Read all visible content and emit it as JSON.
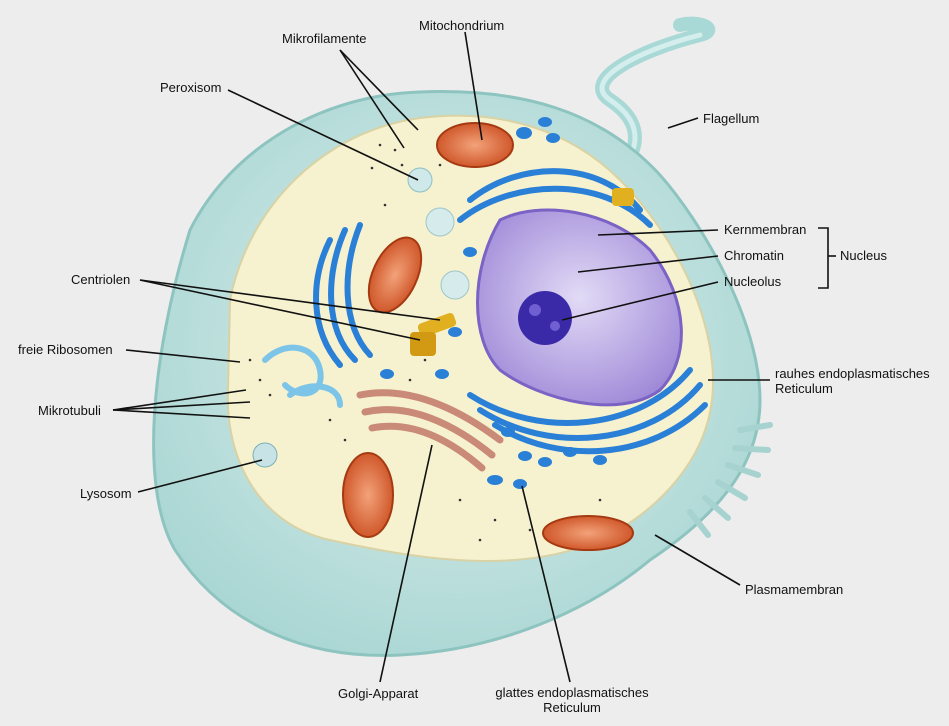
{
  "labels": {
    "mikrofilamente": "Mikrofilamente",
    "mitochondrium": "Mitochondrium",
    "peroxisom": "Peroxisom",
    "flagellum": "Flagellum",
    "kernmembran": "Kernmembran",
    "chromatin": "Chromatin",
    "nucleolus": "Nucleolus",
    "nucleus": "Nucleus",
    "centriolen": "Centriolen",
    "freie_ribosomen": "freie Ribosomen",
    "rauhes_er_line1": "rauhes endoplasmatisches",
    "rauhes_er_line2": "Reticulum",
    "mikrotubuli": "Mikrotubuli",
    "lysosom": "Lysosom",
    "plasmamembran": "Plasmamembran",
    "golgi": "Golgi-Apparat",
    "glattes_er_line1": "glattes endoplasmatisches",
    "glattes_er_line2": "Reticulum"
  },
  "colors": {
    "background": "#ededed",
    "outer_cytoplasm": "#c9e6e4",
    "inner_cytoplasm": "#f6f1cf",
    "nucleus": "#b9a7e6",
    "nucleolus": "#3b2aa8",
    "rough_er": "#2a7fd6",
    "mitochondrion": "#e0702f",
    "golgi": "#c98a78",
    "centriole": "#e0b020",
    "leader_line": "#111111"
  }
}
